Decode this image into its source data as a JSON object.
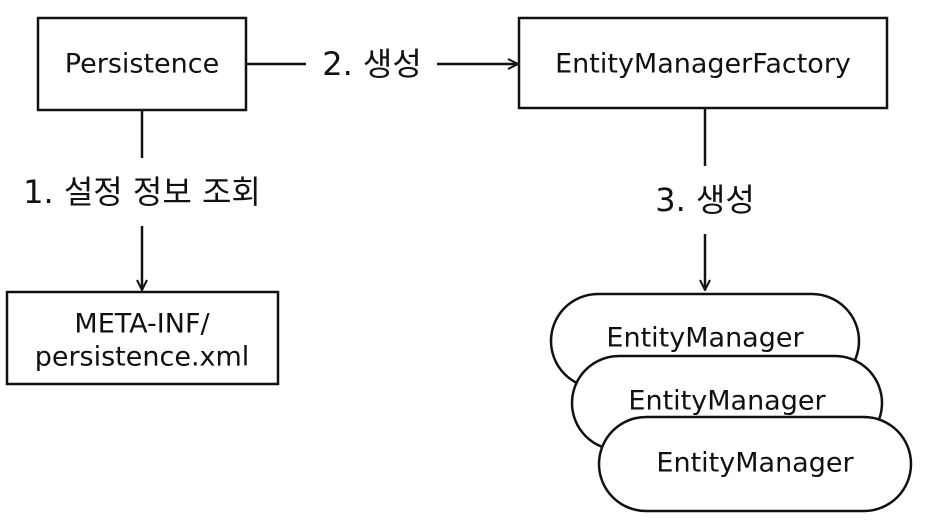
{
  "nodes": {
    "persistence": "Persistence",
    "factory": "EntityManagerFactory",
    "meta_line1": "META-INF/",
    "meta_line2": "persistence.xml",
    "entity_managers": [
      "EntityManager",
      "EntityManager",
      "EntityManager"
    ]
  },
  "edges": {
    "create_factory": "2. 생성",
    "read_config": "1. 설정 정보 조회",
    "create_manager": "3. 생성"
  },
  "colors": {
    "stroke": "#111111",
    "fill": "#ffffff"
  }
}
